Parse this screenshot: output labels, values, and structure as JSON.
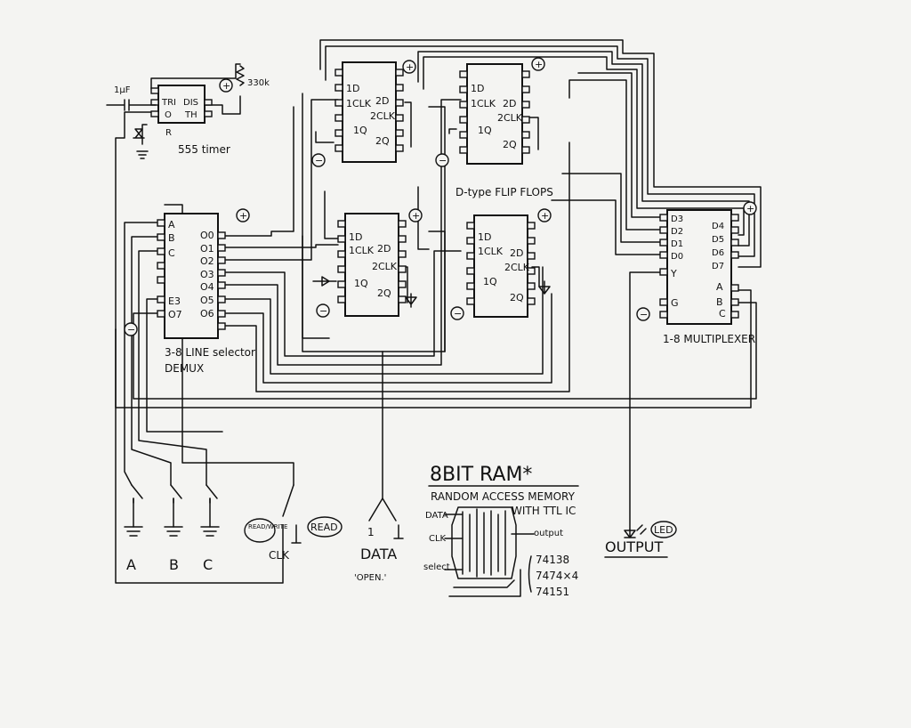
{
  "timer": {
    "label": "555 timer",
    "cap": "1μF",
    "resistor": "330k",
    "pins": [
      "TRI",
      "O",
      "DIS",
      "TH",
      "R"
    ]
  },
  "ff_topleft": {
    "pins": [
      "1D",
      "1CLK",
      "1Q",
      "2D",
      "2CLK",
      "2Q"
    ]
  },
  "ff_topright": {
    "pins": [
      "1D",
      "1CLK",
      "1Q",
      "2D",
      "2CLK",
      "2Q"
    ]
  },
  "ff_midleft": {
    "pins": [
      "1D",
      "1CLK",
      "1Q",
      "2D",
      "2CLK",
      "2Q"
    ]
  },
  "ff_midright": {
    "pins": [
      "1D",
      "1CLK",
      "1Q",
      "2D",
      "2CLK",
      "2Q"
    ]
  },
  "ff_group_label": "D-type FLIP FLOPS",
  "demux": {
    "label1": "3-8 LINE selector",
    "label2": "DEMUX",
    "left_pins": [
      "A",
      "B",
      "C",
      "E3",
      "O7"
    ],
    "right_pins": [
      "O0",
      "O1",
      "O2",
      "O3",
      "O4",
      "O5",
      "O6"
    ]
  },
  "mux": {
    "label": "1-8 MULTIPLEXER",
    "left_pins": [
      "D3",
      "D2",
      "D1",
      "D0",
      "Y",
      "G"
    ],
    "right_pins": [
      "D4",
      "D5",
      "D6",
      "D7",
      "A",
      "B",
      "C"
    ]
  },
  "inputs": {
    "a": "A",
    "b": "B",
    "c": "C",
    "clk": "CLK",
    "read_write": "READ/WRITE",
    "read": "READ",
    "data": "DATA",
    "one": "1",
    "open": "'OPEN.'"
  },
  "output": {
    "label": "OUTPUT",
    "led": "LED"
  },
  "title": {
    "main": "8BIT RAM*",
    "sub1": "RANDOM ACCESS MEMORY",
    "sub2": "WITH TTL IC"
  },
  "mini": {
    "data": "DATA",
    "clk": "CLK",
    "select": "select",
    "output": "output"
  },
  "parts": [
    "74138",
    "7474×4",
    "74151"
  ],
  "power": {
    "plus": "+",
    "minus": "−"
  }
}
